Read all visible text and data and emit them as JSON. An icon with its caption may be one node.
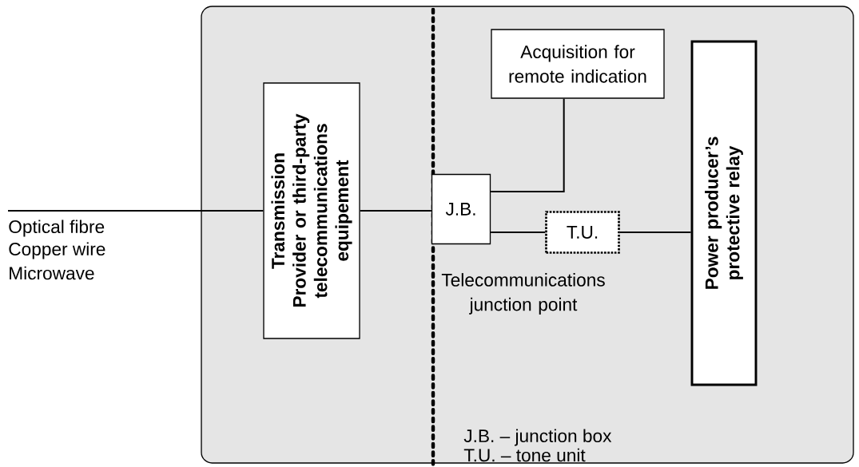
{
  "diagram": {
    "nodes": [
      {
        "text": [],
        "shape": "box"
      },
      {
        "text": [
          "Transmission Provider or third-party telecommunications equipement"
        ],
        "in": 0
      },
      {
        "text": [
          "J.B."
        ],
        "in": 0,
        "beside": [
          "Telecommunications junction point"
        ]
      },
      {
        "text": [
          "Acquisition for remote indication"
        ],
        "in": 0
      },
      {
        "text": [
          "T.U."
        ],
        "in": 0
      },
      {
        "text": [
          "Power producer’s protective relay"
        ],
        "in": 0
      }
    ],
    "edges": [
      {
        "from": null,
        "to": 1,
        "arrow": "none"
      },
      {
        "from": 1,
        "to": 2,
        "arrow": "none"
      },
      {
        "from": 2,
        "to": 3,
        "arrow": "none"
      },
      {
        "from": 2,
        "to": 4,
        "arrow": "none"
      },
      {
        "from": 4,
        "to": 5,
        "arrow": "none"
      }
    ],
    "labels": [
      "Optical fibre",
      "Copper wire",
      "Microwave",
      "J.B. – junction box",
      "T.U. – tone unit"
    ]
  }
}
